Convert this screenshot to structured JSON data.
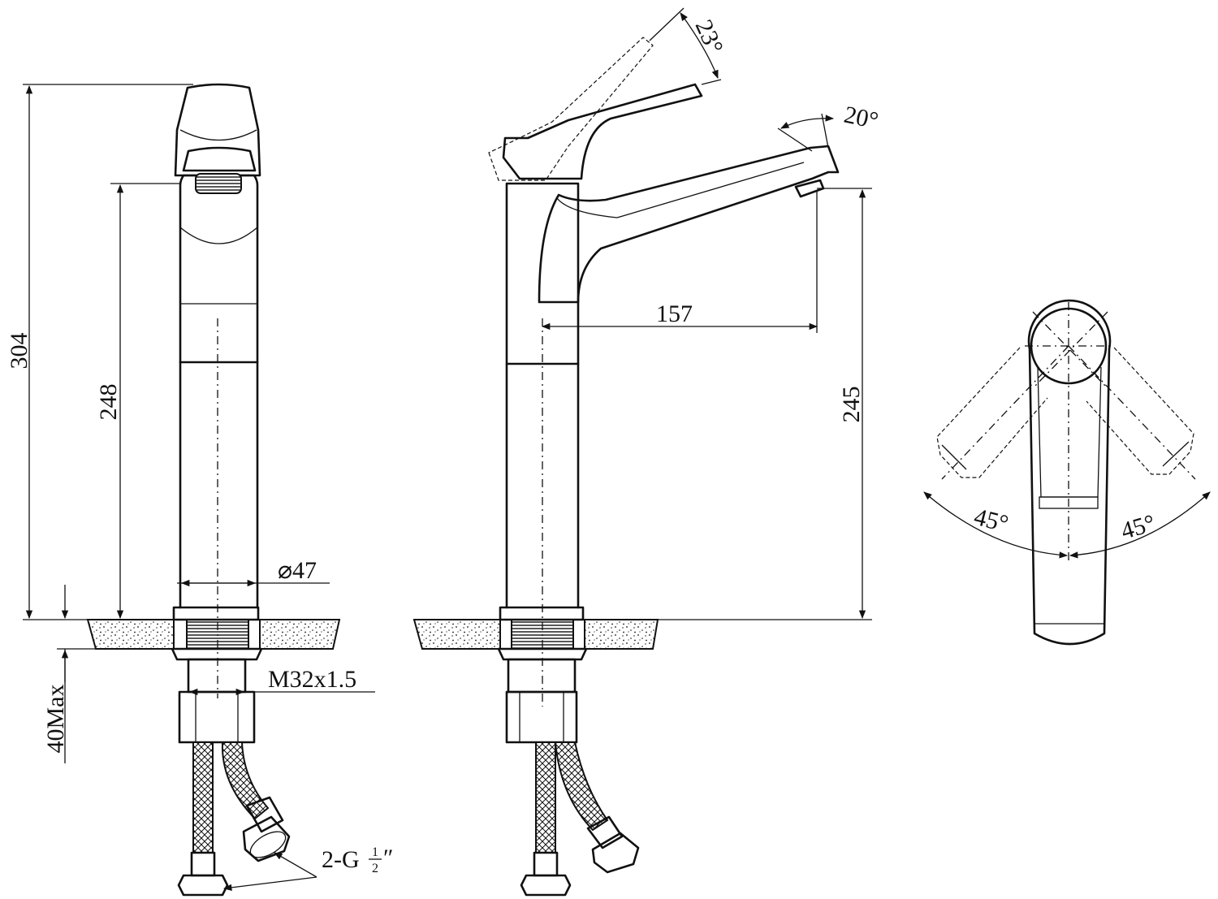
{
  "drawing": {
    "dimensions": {
      "total_height": "304",
      "spout_height": "248",
      "outlet_height": "245",
      "spout_reach": "157",
      "body_diameter": "⌀47",
      "thread": "M32x1.5",
      "max_counter_thickness": "40Max",
      "hose_connection_prefix": "2-G",
      "hose_fraction_num": "1",
      "hose_fraction_den": "2",
      "hose_inch_mark": "″",
      "handle_lift_angle": "23°",
      "spout_angle": "20°",
      "handle_rotation_left": "45°",
      "handle_rotation_right": "45°"
    }
  }
}
